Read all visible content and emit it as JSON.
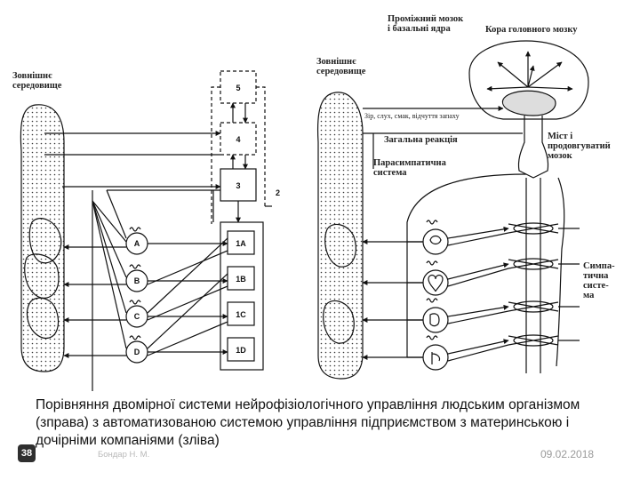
{
  "left_diagram": {
    "env_label": "Зовнішнє\nсередовище",
    "boxes": [
      "5",
      "4",
      "3",
      "1A",
      "1B",
      "1C",
      "1D"
    ],
    "circles": [
      "A",
      "B",
      "C",
      "D"
    ],
    "side_number": "2"
  },
  "right_diagram": {
    "env_label": "Зовнішнє\nсередовище",
    "brain_label_1": "Проміжний мозок\nі базальні ядра",
    "brain_label_2": "Кора головного мозку",
    "senses_label": "Зір, слух, смак, відчуття запаху",
    "general_reaction": "Загальна реакція",
    "bridge_label": "Міст і\nпродовгуватий\nмозок",
    "parasympathetic": "Парасимпатична\nсистема",
    "sympathetic": "Симпа-\nтична\nсисте-\nма"
  },
  "caption": "Порівняння двомірної системи нейрофізіологічного управління людським організмом (зправа) з автоматизованою системою управління підприємством з материнською і дочірніми компаніями (зліва)",
  "footer": {
    "slide_number": "38",
    "author": "Бондар Н. М.",
    "date": "09.02.2018"
  }
}
